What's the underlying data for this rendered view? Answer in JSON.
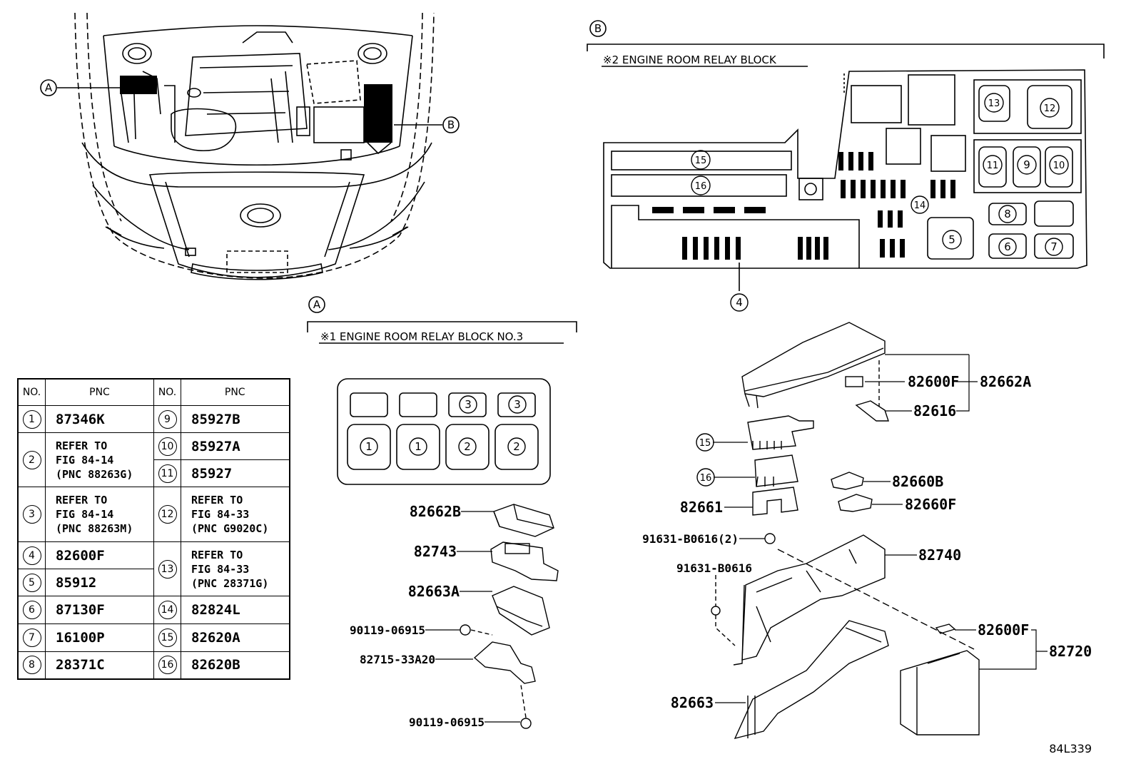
{
  "callouts": {
    "a": "A",
    "b": "B"
  },
  "section_a": {
    "letter": "A",
    "title": "※1 ENGINE ROOM RELAY BLOCK NO.3",
    "slots_top": [
      "",
      "",
      "3",
      "3"
    ],
    "slots_bottom": [
      "1",
      "1",
      "2",
      "2"
    ]
  },
  "section_b": {
    "letter": "B",
    "title": "※2 ENGINE ROOM RELAY BLOCK",
    "markers": {
      "m4": "4",
      "m5": "5",
      "m6": "6",
      "m7": "7",
      "m8": "8",
      "m9": "9",
      "m10": "10",
      "m11": "11",
      "m12": "12",
      "m13": "13",
      "m14": "14",
      "m15": "15",
      "m16": "16"
    }
  },
  "table": {
    "header": {
      "no": "NO.",
      "pnc": "PNC"
    },
    "rows": [
      {
        "no": "1",
        "pnc": "87346K"
      },
      {
        "no": "2",
        "pnc": [
          "REFER TO",
          "FIG 84-14",
          "(PNC 88263G)"
        ]
      },
      {
        "no": "3",
        "pnc": [
          "REFER TO",
          "FIG 84-14",
          "(PNC 88263M)"
        ]
      },
      {
        "no": "4",
        "pnc": "82600F"
      },
      {
        "no": "5",
        "pnc": "85912"
      },
      {
        "no": "6",
        "pnc": "87130F"
      },
      {
        "no": "7",
        "pnc": "16100P"
      },
      {
        "no": "8",
        "pnc": "28371C"
      },
      {
        "no": "9",
        "pnc": "85927B"
      },
      {
        "no": "10",
        "pnc": "85927A"
      },
      {
        "no": "11",
        "pnc": "85927"
      },
      {
        "no": "12",
        "pnc": [
          "REFER TO",
          "FIG 84-33",
          "(PNC G9020C)"
        ]
      },
      {
        "no": "13",
        "pnc": [
          "REFER TO",
          "FIG 84-33",
          "(PNC 28371G)"
        ]
      },
      {
        "no": "14",
        "pnc": "82824L"
      },
      {
        "no": "15",
        "pnc": "82620A"
      },
      {
        "no": "16",
        "pnc": "82620B"
      }
    ]
  },
  "parts_a": {
    "p82662B": "82662B",
    "p82743": "82743",
    "p82663A": "82663A",
    "p90119a": "90119-06915",
    "p82715": "82715-33A20",
    "p90119b": "90119-06915"
  },
  "parts_b": {
    "p82600F_top": "82600F",
    "p82662A": "82662A",
    "p82616": "82616",
    "m15": "15",
    "m16": "16",
    "p82660B": "82660B",
    "p82660F": "82660F",
    "p82661": "82661",
    "p91631_2": "91631-B0616(2)",
    "p91631": "91631-B0616",
    "p82740": "82740",
    "p82600F_bot": "82600F",
    "p82720": "82720",
    "p82663": "82663"
  },
  "figure_id": "84L339"
}
